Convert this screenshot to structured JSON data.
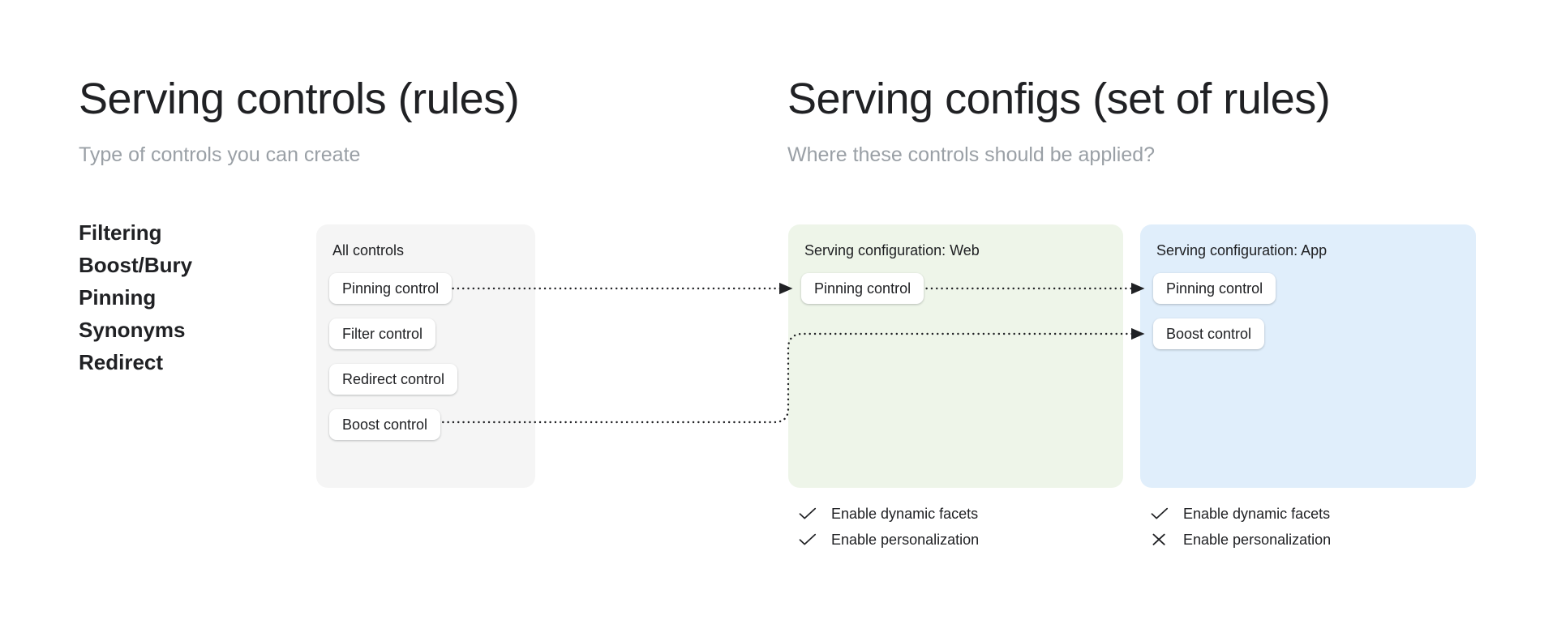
{
  "columns": {
    "left": {
      "title": "Serving controls (rules)",
      "subtitle": "Type of controls you can create"
    },
    "right": {
      "title": "Serving configs (set of rules)",
      "subtitle": "Where these controls should be applied?"
    }
  },
  "control_types": [
    {
      "label": "Filtering"
    },
    {
      "label": "Boost/Bury"
    },
    {
      "label": "Pinning"
    },
    {
      "label": "Synonyms"
    },
    {
      "label": "Redirect"
    }
  ],
  "panels": {
    "all_controls": {
      "title": "All controls",
      "background": "#f5f5f5",
      "chips": [
        {
          "label": "Pinning control"
        },
        {
          "label": "Filter control"
        },
        {
          "label": "Redirect control"
        },
        {
          "label": "Boost control"
        }
      ]
    },
    "serving_web": {
      "title": "Serving configuration: Web",
      "background": "#eef5e9",
      "chips": [
        {
          "label": "Pinning control"
        }
      ],
      "options": [
        {
          "icon": "check-icon",
          "label": "Enable dynamic facets"
        },
        {
          "icon": "check-icon",
          "label": "Enable personalization"
        }
      ]
    },
    "serving_app": {
      "title": "Serving configuration: App",
      "background": "#e0eefb",
      "chips": [
        {
          "label": "Pinning control"
        },
        {
          "label": "Boost control"
        }
      ],
      "options": [
        {
          "icon": "check-icon",
          "label": "Enable dynamic facets"
        },
        {
          "icon": "cross-icon",
          "label": "Enable personalization"
        }
      ]
    }
  },
  "colors": {
    "title": "#202124",
    "subtitle": "#9aa0a6",
    "chip_background": "#ffffff",
    "arrow": "#202124"
  }
}
